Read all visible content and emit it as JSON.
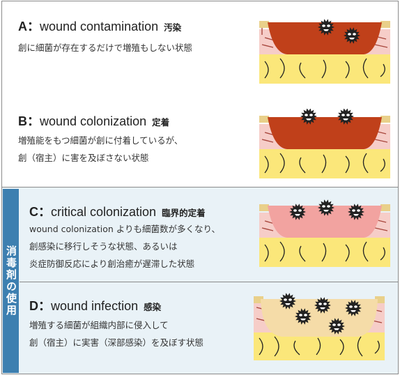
{
  "sidebar": {
    "label": "消毒剤の使用"
  },
  "panels": [
    {
      "letter": "A",
      "term": "wound contamination",
      "jp": "汚染",
      "lines": [
        "創に細菌が存在するだけで増殖もしない状態"
      ]
    },
    {
      "letter": "B",
      "term": "wound colonization",
      "jp": "定着",
      "lines": [
        "増殖能をもつ細菌が創に付着しているが、",
        "創（宿主）に害を及ぼさない状態"
      ]
    },
    {
      "letter": "C",
      "term": "critical colonization",
      "jp": "臨界的定着",
      "lines": [
        "wound colonization よりも細菌数が多くなり、",
        "創感染に移行しそうな状態、あるいは",
        "炎症防御反応により創治癒が遅滞した状態"
      ]
    },
    {
      "letter": "D",
      "term": "wound infection",
      "jp": "感染",
      "lines": [
        "増殖する細菌が組織内部に侵入して",
        "創（宿主）に実害（深部感染）を及ぼす状態"
      ]
    }
  ],
  "colors": {
    "sidebar": "#3d7fb0",
    "panel_bg_blue": "#e9f2f7",
    "wound_red": "#c0401a",
    "wound_pink": "#f2a3a0",
    "wound_beige": "#f5dca8",
    "fat_yellow": "#fbe77a",
    "skin_pink": "#f6cdc8",
    "bacteria": "#222222"
  },
  "icons": [
    "bacterium-icon"
  ]
}
